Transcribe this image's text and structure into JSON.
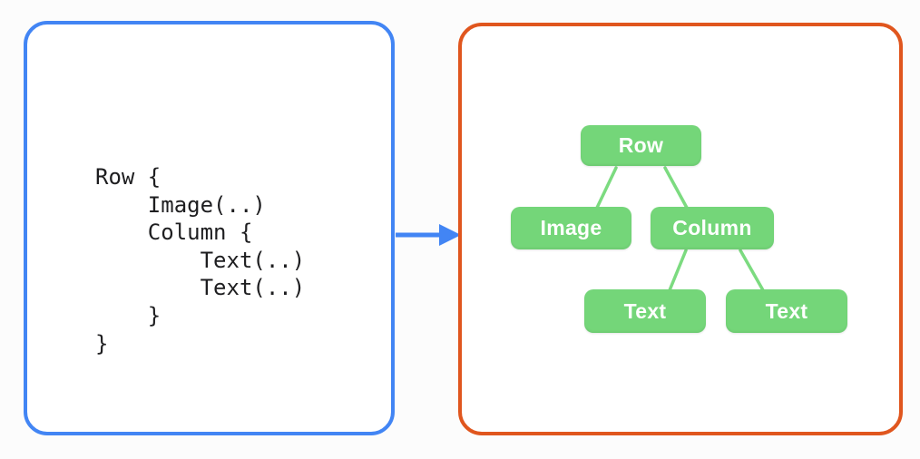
{
  "code_panel": {
    "code": "Row {\n    Image(..)\n    Column {\n        Text(..)\n        Text(..)\n    }\n}",
    "border_color": "#4285F4",
    "text_color": "#1E1E20"
  },
  "arrow": {
    "direction": "right",
    "color": "#4285F4"
  },
  "tree_panel": {
    "border_color": "#E0561E",
    "node_fill_color": "#74D679",
    "node_text_color": "#FFFFFF",
    "connector_color": "#7CDB80",
    "nodes": [
      {
        "id": "row",
        "label": "Row"
      },
      {
        "id": "image",
        "label": "Image"
      },
      {
        "id": "column",
        "label": "Column"
      },
      {
        "id": "text-1",
        "label": "Text"
      },
      {
        "id": "text-2",
        "label": "Text"
      }
    ],
    "edges": [
      {
        "from": "row",
        "to": "image"
      },
      {
        "from": "row",
        "to": "column"
      },
      {
        "from": "column",
        "to": "text-1"
      },
      {
        "from": "column",
        "to": "text-2"
      }
    ]
  }
}
